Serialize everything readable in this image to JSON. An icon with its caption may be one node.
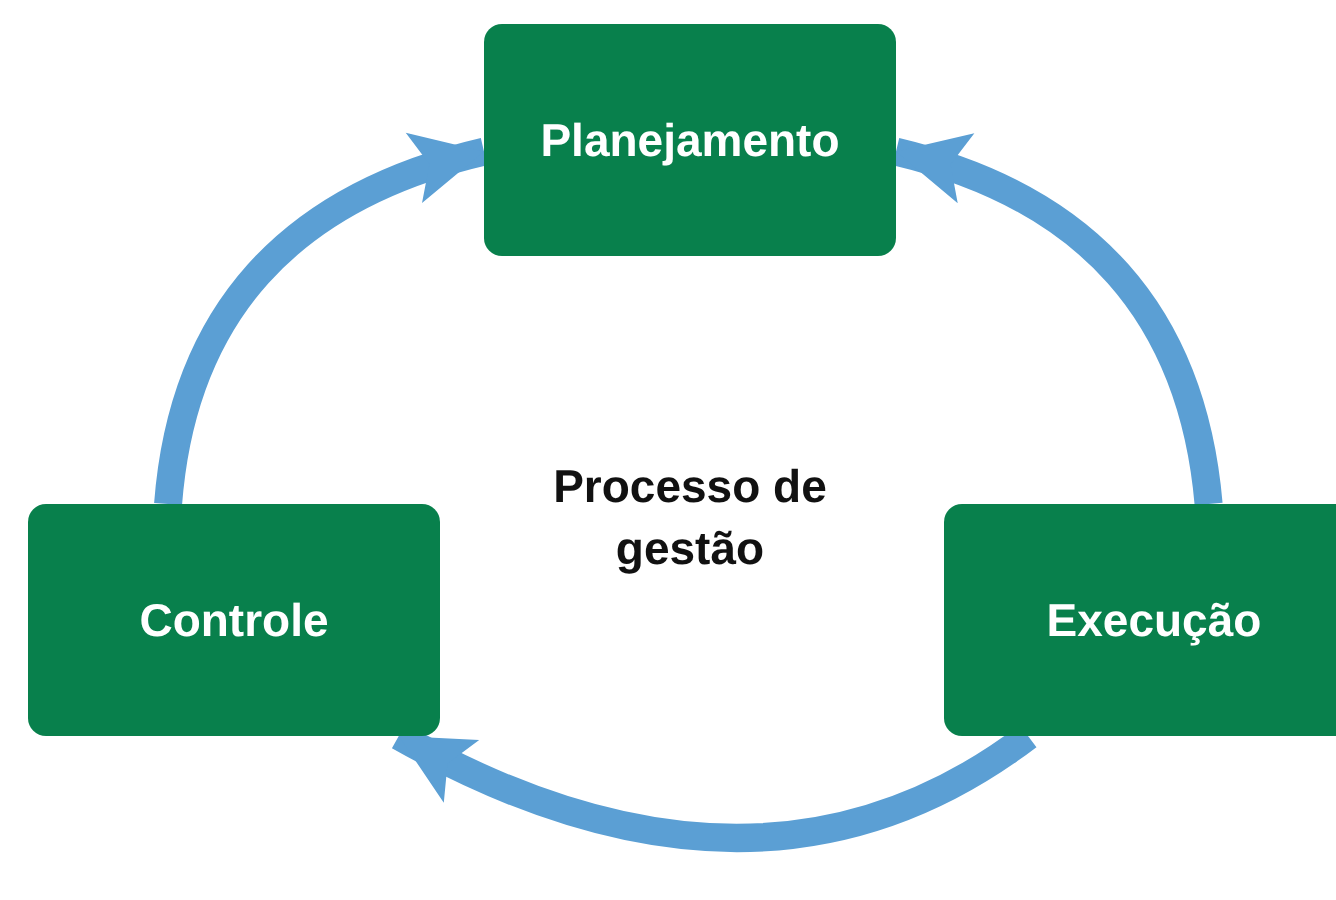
{
  "diagram": {
    "nodes": [
      {
        "text": [
          "Planejamento"
        ]
      },
      {
        "text": [
          "Controle"
        ]
      },
      {
        "text": [
          "Execução"
        ]
      }
    ],
    "edges": [
      {
        "from": 1,
        "to": 0,
        "arrow": "to"
      },
      {
        "from": 2,
        "to": 0,
        "arrow": "to"
      },
      {
        "from": 2,
        "to": 1,
        "arrow": "to"
      }
    ],
    "labels": [
      "Processo de gestão"
    ]
  }
}
